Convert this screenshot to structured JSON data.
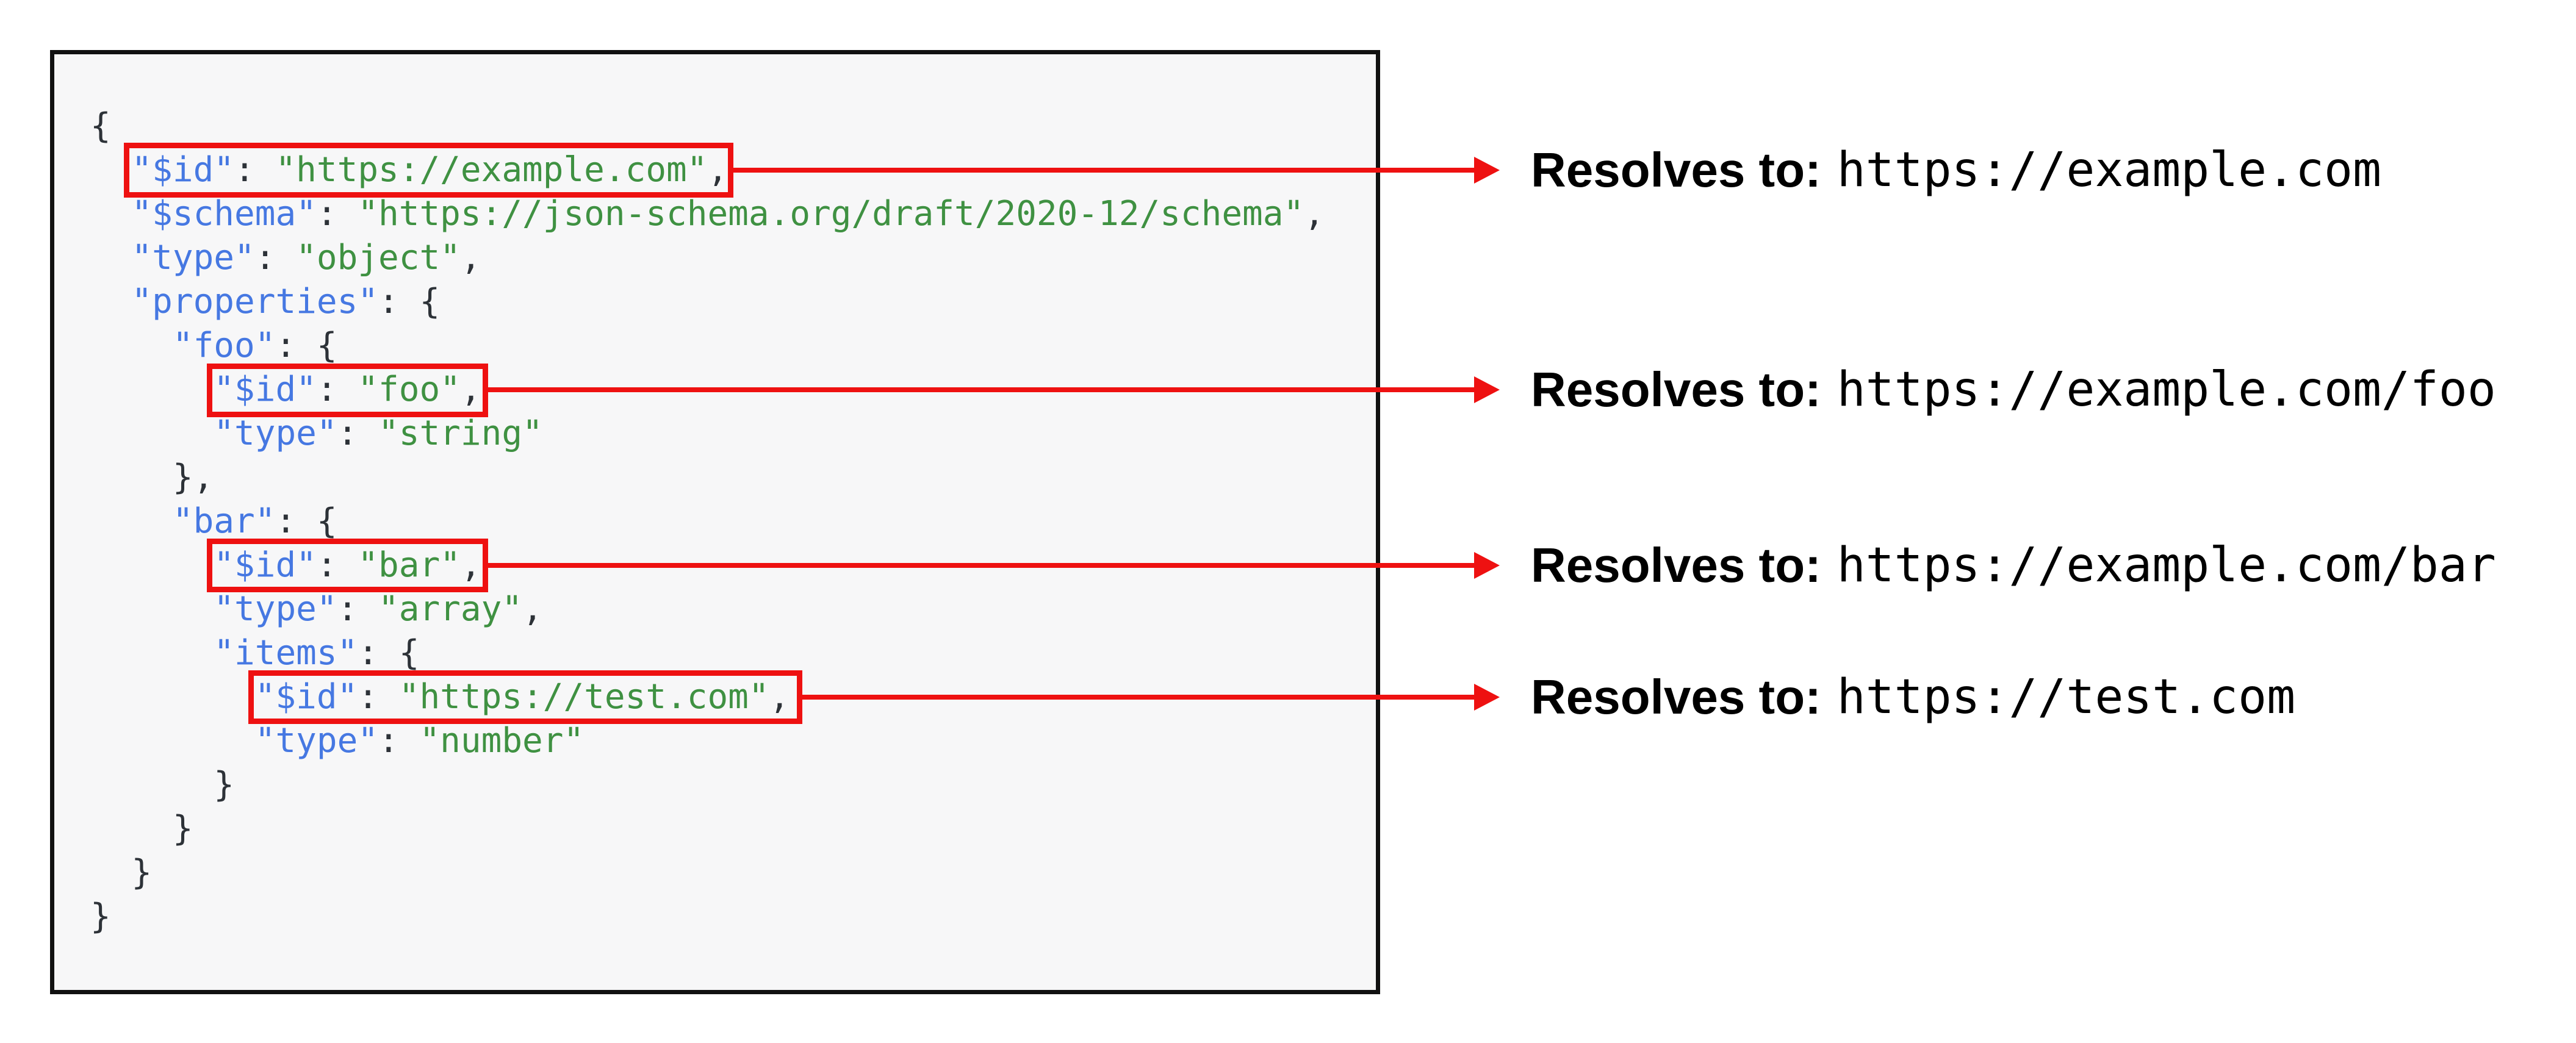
{
  "colors": {
    "accent": "#ee1111",
    "key": "#4678e2",
    "str": "#3f9142",
    "pun": "#2d3238",
    "panel_bg": "#f7f7f8",
    "panel_border": "#111111"
  },
  "code": {
    "language": "json",
    "lines": [
      [
        {
          "c": "pun",
          "t": "{"
        }
      ],
      [
        {
          "c": "pun",
          "t": "  "
        },
        {
          "c": "key",
          "t": "\"$id\""
        },
        {
          "c": "pun",
          "t": ": "
        },
        {
          "c": "str",
          "t": "\"https://example.com\""
        },
        {
          "c": "pun",
          "t": ","
        }
      ],
      [
        {
          "c": "pun",
          "t": "  "
        },
        {
          "c": "key",
          "t": "\"$schema\""
        },
        {
          "c": "pun",
          "t": ": "
        },
        {
          "c": "str",
          "t": "\"https://json-schema.org/draft/2020-12/schema\""
        },
        {
          "c": "pun",
          "t": ","
        }
      ],
      [
        {
          "c": "pun",
          "t": "  "
        },
        {
          "c": "key",
          "t": "\"type\""
        },
        {
          "c": "pun",
          "t": ": "
        },
        {
          "c": "str",
          "t": "\"object\""
        },
        {
          "c": "pun",
          "t": ","
        }
      ],
      [
        {
          "c": "pun",
          "t": "  "
        },
        {
          "c": "key",
          "t": "\"properties\""
        },
        {
          "c": "pun",
          "t": ": {"
        }
      ],
      [
        {
          "c": "pun",
          "t": "    "
        },
        {
          "c": "key",
          "t": "\"foo\""
        },
        {
          "c": "pun",
          "t": ": {"
        }
      ],
      [
        {
          "c": "pun",
          "t": "      "
        },
        {
          "c": "key",
          "t": "\"$id\""
        },
        {
          "c": "pun",
          "t": ": "
        },
        {
          "c": "str",
          "t": "\"foo\""
        },
        {
          "c": "pun",
          "t": ","
        }
      ],
      [
        {
          "c": "pun",
          "t": "      "
        },
        {
          "c": "key",
          "t": "\"type\""
        },
        {
          "c": "pun",
          "t": ": "
        },
        {
          "c": "str",
          "t": "\"string\""
        }
      ],
      [
        {
          "c": "pun",
          "t": "    },"
        }
      ],
      [
        {
          "c": "pun",
          "t": "    "
        },
        {
          "c": "key",
          "t": "\"bar\""
        },
        {
          "c": "pun",
          "t": ": {"
        }
      ],
      [
        {
          "c": "pun",
          "t": "      "
        },
        {
          "c": "key",
          "t": "\"$id\""
        },
        {
          "c": "pun",
          "t": ": "
        },
        {
          "c": "str",
          "t": "\"bar\""
        },
        {
          "c": "pun",
          "t": ","
        }
      ],
      [
        {
          "c": "pun",
          "t": "      "
        },
        {
          "c": "key",
          "t": "\"type\""
        },
        {
          "c": "pun",
          "t": ": "
        },
        {
          "c": "str",
          "t": "\"array\""
        },
        {
          "c": "pun",
          "t": ","
        }
      ],
      [
        {
          "c": "pun",
          "t": "      "
        },
        {
          "c": "key",
          "t": "\"items\""
        },
        {
          "c": "pun",
          "t": ": {"
        }
      ],
      [
        {
          "c": "pun",
          "t": "        "
        },
        {
          "c": "key",
          "t": "\"$id\""
        },
        {
          "c": "pun",
          "t": ": "
        },
        {
          "c": "str",
          "t": "\"https://test.com\""
        },
        {
          "c": "pun",
          "t": ","
        }
      ],
      [
        {
          "c": "pun",
          "t": "        "
        },
        {
          "c": "key",
          "t": "\"type\""
        },
        {
          "c": "pun",
          "t": ": "
        },
        {
          "c": "str",
          "t": "\"number\""
        }
      ],
      [
        {
          "c": "pun",
          "t": "      }"
        }
      ],
      [
        {
          "c": "pun",
          "t": "    }"
        }
      ],
      [
        {
          "c": "pun",
          "t": "  }"
        }
      ],
      [
        {
          "c": "pun",
          "t": "}"
        }
      ]
    ]
  },
  "annotations": [
    {
      "label": "Resolves to:",
      "url": "https://example.com"
    },
    {
      "label": "Resolves to:",
      "url": "https://example.com/foo"
    },
    {
      "label": "Resolves to:",
      "url": "https://example.com/bar"
    },
    {
      "label": "Resolves to:",
      "url": "https://test.com"
    }
  ]
}
